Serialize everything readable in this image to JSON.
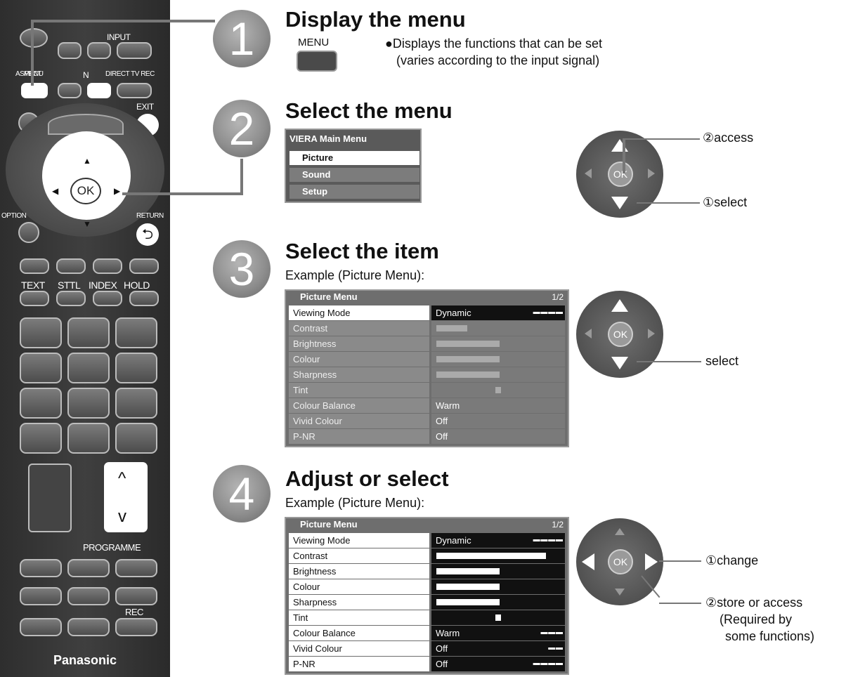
{
  "remote": {
    "input_label": "INPUT",
    "aspect_label": "ASPECT",
    "menu_label": "MENU",
    "n_label": "N",
    "direct_tv_rec_label": "DIRECT TV REC",
    "exit_label": "EXIT",
    "option_label": "OPTION",
    "return_label": "RETURN",
    "ok_label": "OK",
    "text_label": "TEXT",
    "sttl_label": "STTL",
    "index_label": "INDEX",
    "hold_label": "HOLD",
    "programme_label": "PROGRAMME",
    "rec_label": "REC",
    "brand": "Panasonic",
    "ch_up": "^",
    "ch_down": "v"
  },
  "step1": {
    "number": "1",
    "heading": "Display the menu",
    "button_label": "MENU",
    "desc_line1": "●Displays the functions that can be set",
    "desc_line2": "(varies according to the input signal)"
  },
  "step2": {
    "number": "2",
    "heading": "Select the menu",
    "menu_title": "VIERA Main Menu",
    "items": [
      "Picture",
      "Sound",
      "Setup"
    ],
    "callout_access": "②access",
    "callout_select": "①select"
  },
  "step3": {
    "number": "3",
    "heading": "Select the item",
    "example": "Example (Picture Menu):",
    "callout_select": "select"
  },
  "step4": {
    "number": "4",
    "heading": "Adjust or select",
    "example": "Example (Picture Menu):",
    "callout_change": "①change",
    "callout_store1": "②store or access",
    "callout_store2": "(Required by",
    "callout_store3": "some functions)"
  },
  "picture_menu": {
    "title": "Picture Menu",
    "page": "1/2",
    "rows": [
      {
        "label": "Viewing Mode",
        "value": "Dynamic"
      },
      {
        "label": "Contrast",
        "value": ""
      },
      {
        "label": "Brightness",
        "value": ""
      },
      {
        "label": "Colour",
        "value": ""
      },
      {
        "label": "Sharpness",
        "value": ""
      },
      {
        "label": "Tint",
        "value": ""
      },
      {
        "label": "Colour Balance",
        "value": "Warm"
      },
      {
        "label": "Vivid Colour",
        "value": "Off"
      },
      {
        "label": "P-NR",
        "value": "Off"
      }
    ]
  },
  "colors": {
    "menu_bg": "#6e6e6e",
    "highlight": "#ffffff",
    "value_dark": "#111111"
  }
}
